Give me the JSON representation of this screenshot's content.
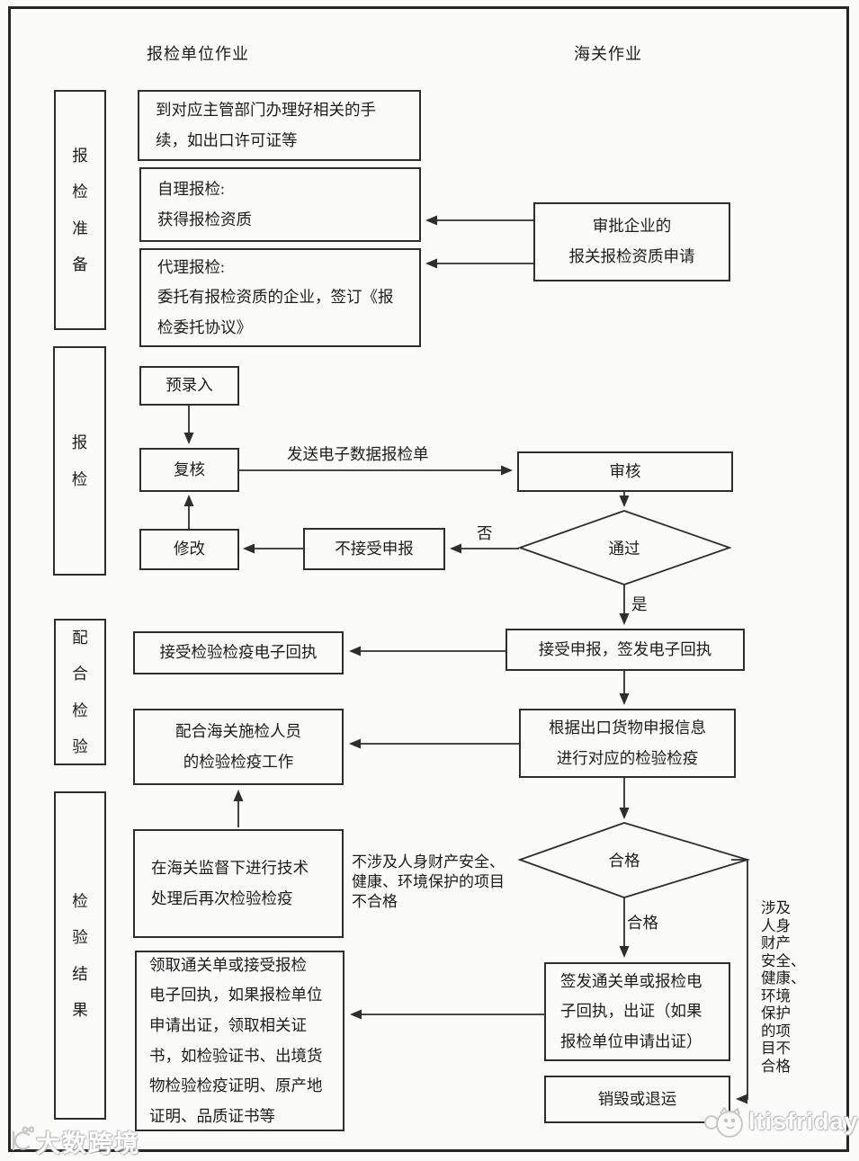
{
  "header": {
    "left": "报检单位作业",
    "right": "海关作业"
  },
  "stages": {
    "prep": "报检准备",
    "declare": "报检",
    "cooperate": "配合检验",
    "result": "检验结果"
  },
  "unit_column": {
    "permit": "到对应主管部门办理好相关的手\n续，如出口许可证等",
    "self_declare": "自理报检:\n获得报检资质",
    "agent_declare": "代理报检:\n委托有报检资质的企业，签订《报\n检委托协议》",
    "pre_entry": "预录入",
    "review": "复核",
    "modify": "修改",
    "reject": "不接受申报",
    "receive_receipt": "接受检验检疫电子回执",
    "cooperate_inspection": "配合海关施检人员\n的检验检疫工作",
    "technical_treatment": "在海关监督下进行技术\n处理后再次检验检疫",
    "obtain_certificates": "领取通关单或接受报检\n电子回执，如果报检单位\n申请出证，领取相关证\n书，如检验证书、出境货\n物检验检疫证明、原产地\n证明、品质证书等"
  },
  "customs_column": {
    "approve_qualification": "审批企业的\n报关报检资质申请",
    "audit": "审核",
    "pass_decision": "通过",
    "accept_declaration": "接受申报，签发电子回执",
    "inspect_goods": "根据出口货物申报信息\n进行对应的检验检疫",
    "qualified_decision": "合格",
    "issue_clearance": "签发通关单或报检电\n子回执，出证（如果\n报检单位申请出证）",
    "destroy_return": "销毁或退运"
  },
  "edge_labels": {
    "send_edi": "发送电子数据报检单",
    "no": "否",
    "yes": "是",
    "qualified": "合格",
    "not_involved_unqualified": "不涉及人身财产安全、\n健康、环境保护的项目\n不合格",
    "involved_unqualified": "涉及\n人身\n财产\n安全、\n健康、\n环境\n保护\n的项\n目不\n合格"
  },
  "watermarks": {
    "bottom_left": "大数跨境",
    "bottom_right": "ltisfriday"
  }
}
